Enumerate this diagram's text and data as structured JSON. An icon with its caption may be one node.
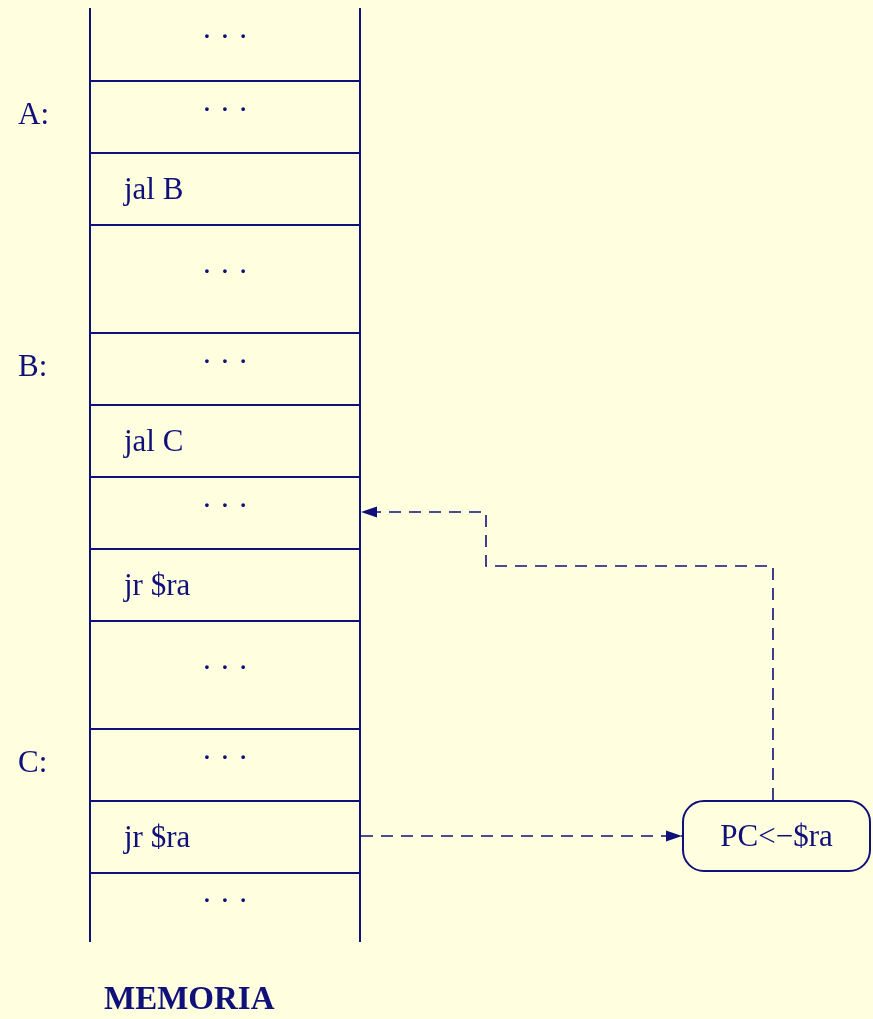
{
  "diagram": {
    "nodes": [
      {
        "text": [
          "· · ·"
        ]
      },
      {
        "text": [
          "· · ·"
        ],
        "beside": [
          "A:"
        ]
      },
      {
        "text": [
          "jal B"
        ]
      },
      {
        "text": [
          "· · ·"
        ]
      },
      {
        "text": [
          "· · ·"
        ],
        "beside": [
          "B:"
        ]
      },
      {
        "text": [
          "jal C"
        ]
      },
      {
        "text": [
          "· · ·"
        ]
      },
      {
        "text": [
          "jr $ra"
        ]
      },
      {
        "text": [
          "· · ·"
        ]
      },
      {
        "text": [
          "· · ·"
        ],
        "beside": [
          "C:"
        ]
      },
      {
        "text": [
          "jr $ra"
        ]
      },
      {
        "text": [
          "· · ·"
        ]
      },
      {
        "text": [
          "PC<−$ra"
        ]
      }
    ],
    "edges": [
      {
        "from": 10,
        "to": 12,
        "arrow": "to",
        "style": "dashed"
      },
      {
        "from": 12,
        "to": 6,
        "arrow": "to",
        "style": "dashed"
      }
    ],
    "labels": [
      "MEMORIA"
    ]
  }
}
